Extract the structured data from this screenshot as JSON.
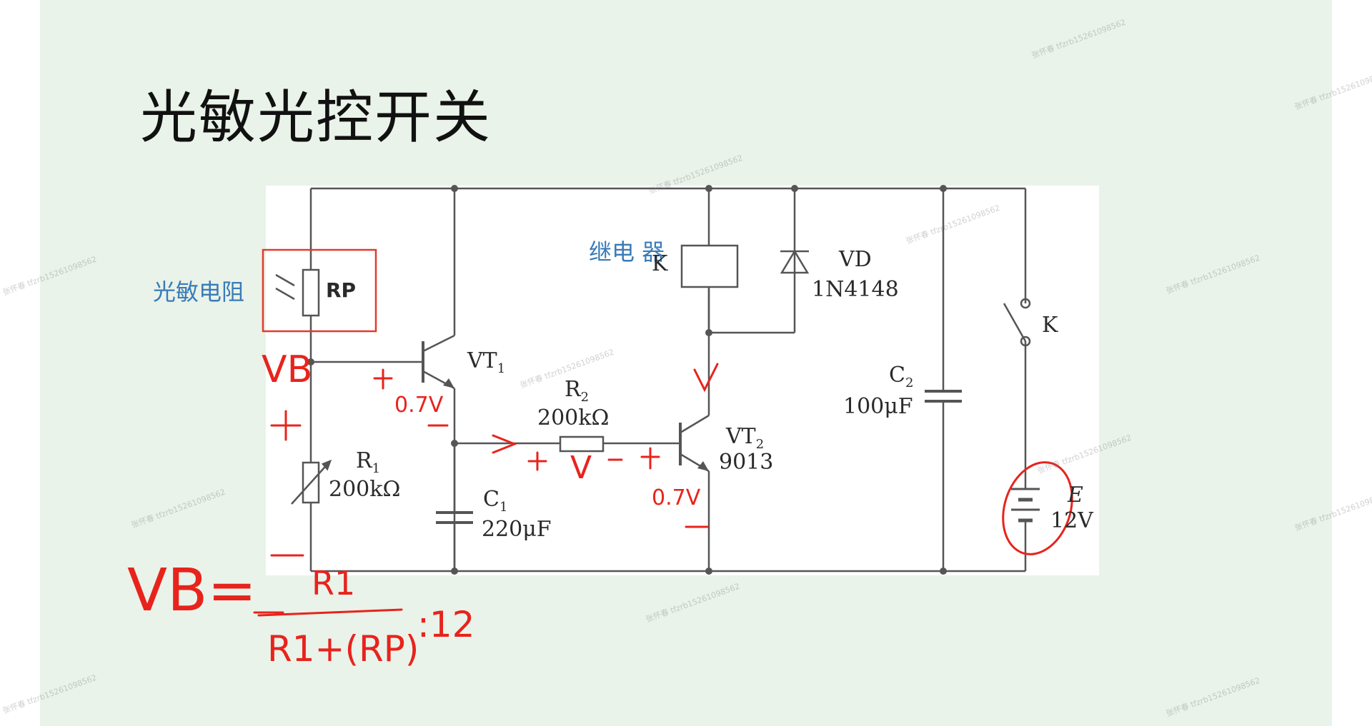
{
  "slide": {
    "title": "光敏光控开关",
    "annotations": {
      "photoresistor": "光敏电阻",
      "relay": "继电 器"
    }
  },
  "components": {
    "rp": "RP",
    "vt1_main": "VT",
    "vt1_sub": "1",
    "r2_main": "R",
    "r2_sub": "2",
    "r2_value": "200kΩ",
    "vt2_main": "VT",
    "vt2_sub": "2",
    "vt2_model": "9013",
    "r1_main": "R",
    "r1_sub": "1",
    "r1_value": "200kΩ",
    "c1_main": "C",
    "c1_sub": "1",
    "c1_value": "220μF",
    "relay_k": "K",
    "vd": "VD",
    "vd_model": "1N4148",
    "c2_main": "C",
    "c2_sub": "2",
    "c2_value": "100μF",
    "switch_k": "K",
    "battery_e": "E",
    "battery_v": "12V"
  },
  "handwriting": {
    "vb": "VB",
    "vt1_vbe": "0.7V",
    "vt2_vbe": "0.7V",
    "v_r2": "V",
    "plus": "+",
    "minus": "−",
    "arrow": ">",
    "v_mark": "V",
    "formula_lhs": "VB=",
    "formula_num": "R1",
    "formula_den": "R1+(RP)",
    "formula_mult": ":12"
  },
  "colors": {
    "background": "#e9f3e9",
    "annotation_blue": "#3a7bb8",
    "ink_red": "#e8231c",
    "highlight_box": "#e23a2e",
    "wire": "#555555"
  },
  "watermark_text": "张怀春 tfzrb15261098562"
}
